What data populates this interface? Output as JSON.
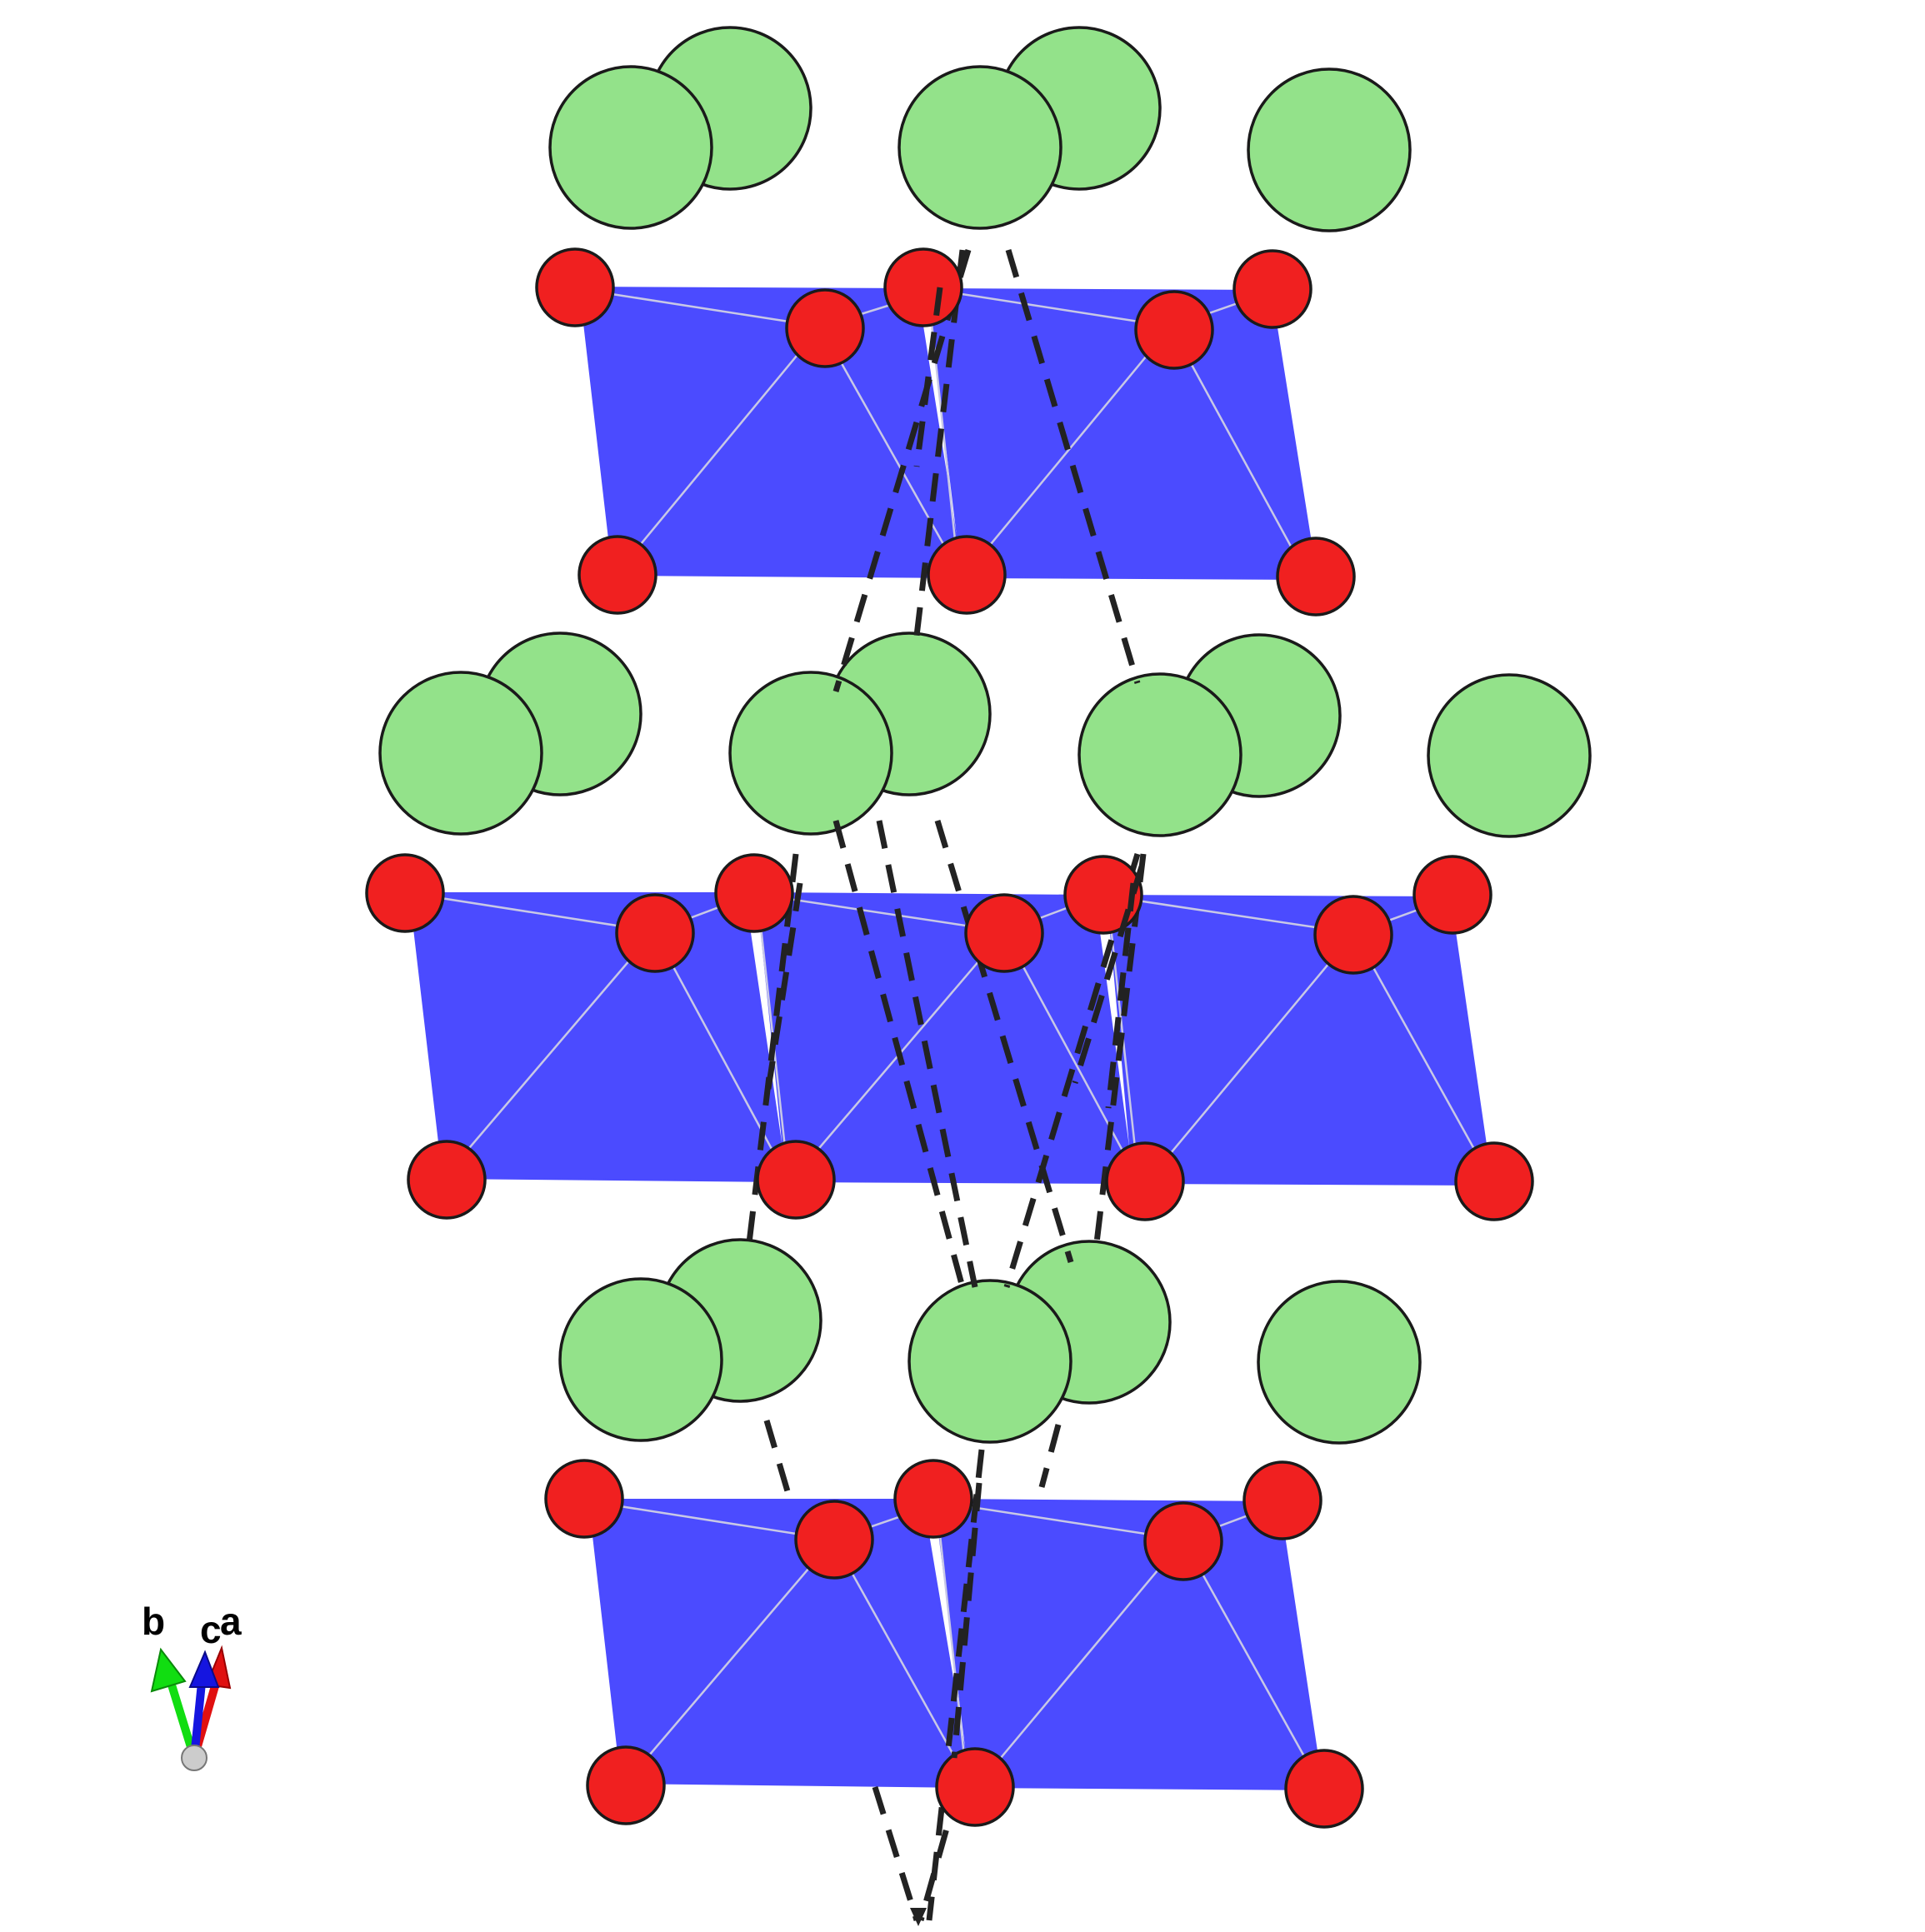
{
  "axis_labels": {
    "b": "b",
    "c": "c",
    "a": "a"
  },
  "colors": {
    "background": "#ffffff",
    "polyhedron": "#4b4bff",
    "polyhedron_edge": "#c8c8e6",
    "oxygen": "#f02020",
    "cation": "#93e28a",
    "outline": "#1a1a1a",
    "cell_line": "#222222",
    "axis_a": "#e01010",
    "axis_b": "#11dd11",
    "axis_c": "#1515e0",
    "axis_origin": "#cccccc"
  },
  "atom_types": [
    "oxygen",
    "cation"
  ],
  "layer_count": 3
}
